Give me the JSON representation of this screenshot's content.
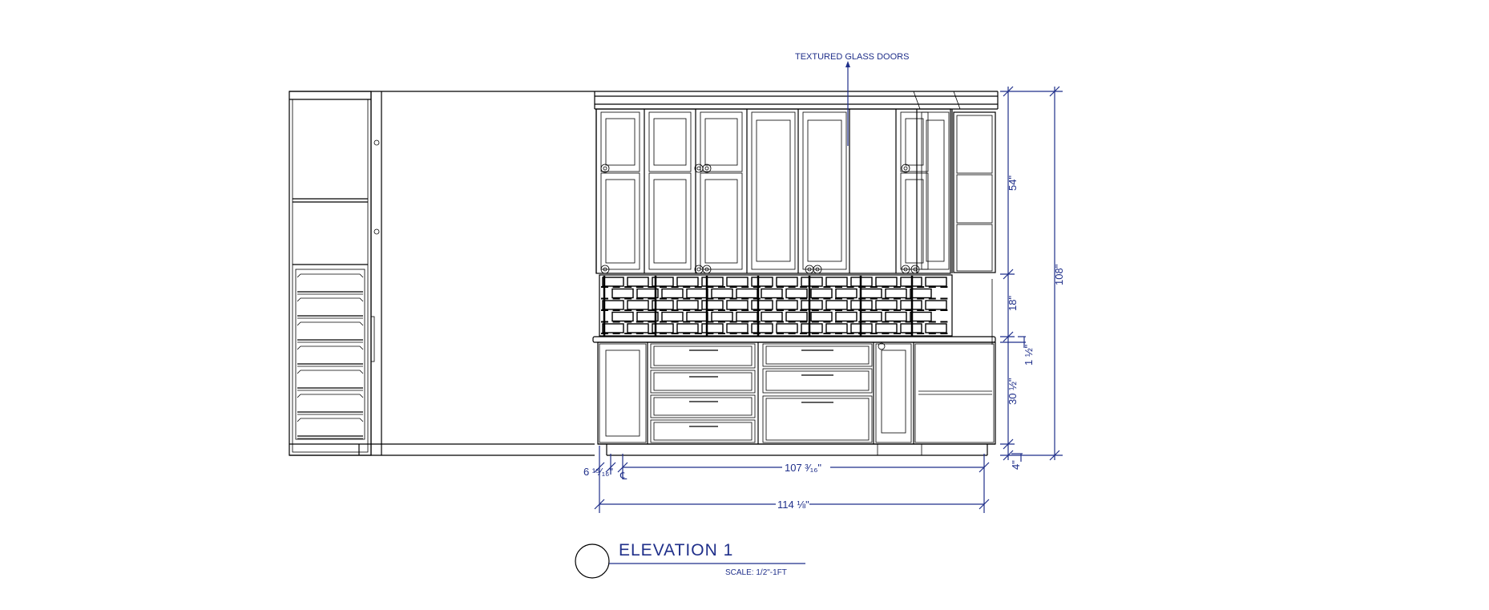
{
  "annotation": {
    "glass_doors": "TEXTURED GLASS DOORS"
  },
  "dimensions": {
    "upper_height": "54\"",
    "backsplash_height": "18\"",
    "counter_thickness": "1 ½\"",
    "base_height": "30 ½\"",
    "toe_kick": "4\"",
    "overall_height": "108\"",
    "left_offset": "6 ¹⁵⁄₁₆\"",
    "centerline": "℄",
    "inner_width": "107 ³⁄₁₆\"",
    "overall_width": "114 ⅛\""
  },
  "title_block": {
    "title": "ELEVATION 1",
    "scale": "SCALE: 1/2\"-1FT"
  },
  "colors": {
    "linework": "#000000",
    "dimensions": "#1f2f8a"
  }
}
